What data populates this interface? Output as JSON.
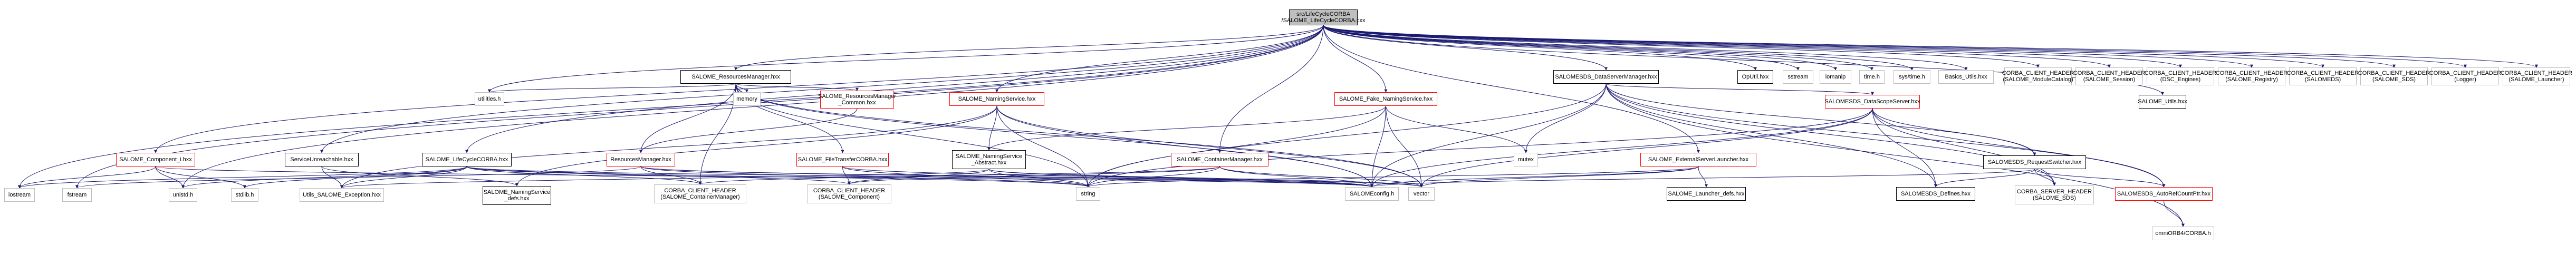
{
  "graph": {
    "title": "src/LifeCycleCORBA/SALOME_LifeCycleCORBA.cxx",
    "edge_color": "#191970",
    "legend_colors": {
      "root": "#bfbfbf",
      "documented": "#000000",
      "has_children_hidden": "#ff0000",
      "external": "#bfbfbf"
    },
    "nodes": [
      {
        "id": "root",
        "label": "src/LifeCycleCORBA\n/SALOME_LifeCycleCORBA.cxx",
        "style": "root"
      },
      {
        "id": "rm",
        "label": "SALOME_ResourcesManager.hxx",
        "style": "black"
      },
      {
        "id": "dsm",
        "label": "SALOMESDS_DataServerManager.hxx",
        "style": "black"
      },
      {
        "id": "oputil",
        "label": "OpUtil.hxx",
        "style": "black"
      },
      {
        "id": "sstream",
        "label": "sstream",
        "style": "grey"
      },
      {
        "id": "iomanip",
        "label": "iomanip",
        "style": "grey"
      },
      {
        "id": "timeh",
        "label": "time.h",
        "style": "grey"
      },
      {
        "id": "systime",
        "label": "sys/time.h",
        "style": "grey"
      },
      {
        "id": "basics",
        "label": "Basics_Utils.hxx",
        "style": "grey"
      },
      {
        "id": "cch_mc",
        "label": "CORBA_CLIENT_HEADER\n(SALOME_ModuleCatalog)",
        "style": "grey"
      },
      {
        "id": "cch_sess",
        "label": "CORBA_CLIENT_HEADER\n(SALOME_Session)",
        "style": "grey"
      },
      {
        "id": "cch_dsc",
        "label": "CORBA_CLIENT_HEADER\n(DSC_Engines)",
        "style": "grey"
      },
      {
        "id": "cch_reg",
        "label": "CORBA_CLIENT_HEADER\n(SALOME_Registry)",
        "style": "grey"
      },
      {
        "id": "cch_ds",
        "label": "CORBA_CLIENT_HEADER\n(SALOMEDS)",
        "style": "grey"
      },
      {
        "id": "cch_sds",
        "label": "CORBA_CLIENT_HEADER\n(SALOME_SDS)",
        "style": "grey"
      },
      {
        "id": "cch_log",
        "label": "CORBA_CLIENT_HEADER\n(Logger)",
        "style": "grey"
      },
      {
        "id": "cch_lau",
        "label": "CORBA_CLIENT_HEADER\n(SALOME_Launcher)",
        "style": "grey"
      },
      {
        "id": "utilities",
        "label": "utilities.h",
        "style": "grey"
      },
      {
        "id": "memory",
        "label": "memory",
        "style": "grey"
      },
      {
        "id": "rmcommon",
        "label": "SALOME_ResourcesManager\n_Common.hxx",
        "style": "red"
      },
      {
        "id": "ns",
        "label": "SALOME_NamingService.hxx",
        "style": "red"
      },
      {
        "id": "fakens",
        "label": "SALOME_Fake_NamingService.hxx",
        "style": "red"
      },
      {
        "id": "dss",
        "label": "SALOMESDS_DataScopeServer.hxx",
        "style": "red"
      },
      {
        "id": "utils",
        "label": "SALOME_Utils.hxx",
        "style": "black"
      },
      {
        "id": "comp",
        "label": "SALOME_Component_i.hxx",
        "style": "red"
      },
      {
        "id": "svcunr",
        "label": "ServiceUnreachable.hxx",
        "style": "black"
      },
      {
        "id": "lcc",
        "label": "SALOME_LifeCycleCORBA.hxx",
        "style": "black"
      },
      {
        "id": "resmgr",
        "label": "ResourcesManager.hxx",
        "style": "red"
      },
      {
        "id": "ftcorba",
        "label": "SALOME_FileTransferCORBA.hxx",
        "style": "red"
      },
      {
        "id": "nsabs",
        "label": "SALOME_NamingService\n_Abstract.hxx",
        "style": "black"
      },
      {
        "id": "cm",
        "label": "SALOME_ContainerManager.hxx",
        "style": "red"
      },
      {
        "id": "mutex",
        "label": "mutex",
        "style": "grey"
      },
      {
        "id": "extsl",
        "label": "SALOME_ExternalServerLauncher.hxx",
        "style": "red"
      },
      {
        "id": "rs",
        "label": "SALOMESDS_RequestSwitcher.hxx",
        "style": "black"
      },
      {
        "id": "iostream",
        "label": "iostream",
        "style": "grey"
      },
      {
        "id": "fstream",
        "label": "fstream",
        "style": "grey"
      },
      {
        "id": "unistd",
        "label": "unistd.h",
        "style": "grey"
      },
      {
        "id": "stdlib",
        "label": "stdlib.h",
        "style": "grey"
      },
      {
        "id": "utilsexc",
        "label": "Utils_SALOME_Exception.hxx",
        "style": "grey"
      },
      {
        "id": "nsdefs",
        "label": "SALOME_NamingService\n_defs.hxx",
        "style": "black"
      },
      {
        "id": "cch_cm",
        "label": "CORBA_CLIENT_HEADER\n(SALOME_ContainerManager)",
        "style": "grey"
      },
      {
        "id": "cch_comp",
        "label": "CORBA_CLIENT_HEADER\n(SALOME_Component)",
        "style": "grey"
      },
      {
        "id": "string",
        "label": "string",
        "style": "grey"
      },
      {
        "id": "config",
        "label": "SALOMEconfig.h",
        "style": "grey"
      },
      {
        "id": "vector",
        "label": "vector",
        "style": "grey"
      },
      {
        "id": "ldefs",
        "label": "SALOME_Launcher_defs.hxx",
        "style": "black"
      },
      {
        "id": "sdsdefs",
        "label": "SALOMESDS_Defines.hxx",
        "style": "black"
      },
      {
        "id": "csh_sds",
        "label": "CORBA_SERVER_HEADER\n(SALOME_SDS)",
        "style": "grey"
      },
      {
        "id": "arcp",
        "label": "SALOMESDS_AutoRefCountPtr.hxx",
        "style": "red"
      },
      {
        "id": "omni",
        "label": "omniORB4/CORBA.h",
        "style": "grey"
      }
    ],
    "edges": [
      [
        "root",
        "rm"
      ],
      [
        "root",
        "dsm"
      ],
      [
        "root",
        "oputil"
      ],
      [
        "root",
        "sstream"
      ],
      [
        "root",
        "iomanip"
      ],
      [
        "root",
        "timeh"
      ],
      [
        "root",
        "systime"
      ],
      [
        "root",
        "basics"
      ],
      [
        "root",
        "cch_mc"
      ],
      [
        "root",
        "cch_sess"
      ],
      [
        "root",
        "cch_dsc"
      ],
      [
        "root",
        "cch_reg"
      ],
      [
        "root",
        "cch_ds"
      ],
      [
        "root",
        "cch_sds"
      ],
      [
        "root",
        "cch_log"
      ],
      [
        "root",
        "cch_lau"
      ],
      [
        "root",
        "utilities"
      ],
      [
        "root",
        "ns"
      ],
      [
        "root",
        "fakens"
      ],
      [
        "root",
        "comp"
      ],
      [
        "root",
        "svcunr"
      ],
      [
        "root",
        "lcc"
      ],
      [
        "root",
        "iostream"
      ],
      [
        "root",
        "fstream"
      ],
      [
        "root",
        "unistd"
      ],
      [
        "root",
        "cm"
      ],
      [
        "root",
        "extsl"
      ],
      [
        "root",
        "utils"
      ],
      [
        "rm",
        "utilities"
      ],
      [
        "rm",
        "memory"
      ],
      [
        "rm",
        "rmcommon"
      ],
      [
        "rm",
        "resmgr"
      ],
      [
        "rm",
        "string"
      ],
      [
        "rm",
        "vector"
      ],
      [
        "rm",
        "config"
      ],
      [
        "rm",
        "ftcorba"
      ],
      [
        "rm",
        "cch_cm"
      ],
      [
        "rmcommon",
        "resmgr"
      ],
      [
        "ns",
        "nsabs"
      ],
      [
        "ns",
        "string"
      ],
      [
        "ns",
        "config"
      ],
      [
        "ns",
        "vector"
      ],
      [
        "ns",
        "utilsexc"
      ],
      [
        "ns",
        "nsdefs"
      ],
      [
        "fakens",
        "nsabs"
      ],
      [
        "fakens",
        "mutex"
      ],
      [
        "fakens",
        "string"
      ],
      [
        "fakens",
        "config"
      ],
      [
        "fakens",
        "vector"
      ],
      [
        "dsm",
        "dss"
      ],
      [
        "dsm",
        "rs"
      ],
      [
        "dsm",
        "mutex"
      ],
      [
        "dsm",
        "string"
      ],
      [
        "dsm",
        "config"
      ],
      [
        "dsm",
        "sdsdefs"
      ],
      [
        "dsm",
        "csh_sds"
      ],
      [
        "dsm",
        "arcp"
      ],
      [
        "dsm",
        "omni"
      ],
      [
        "dss",
        "rs"
      ],
      [
        "dss",
        "sdsdefs"
      ],
      [
        "dss",
        "csh_sds"
      ],
      [
        "dss",
        "arcp"
      ],
      [
        "dss",
        "string"
      ],
      [
        "dss",
        "vector"
      ],
      [
        "dss",
        "config"
      ],
      [
        "rs",
        "sdsdefs"
      ],
      [
        "rs",
        "csh_sds"
      ],
      [
        "rs",
        "arcp"
      ],
      [
        "rs",
        "config"
      ],
      [
        "arcp",
        "omni"
      ],
      [
        "comp",
        "iostream"
      ],
      [
        "comp",
        "unistd"
      ],
      [
        "comp",
        "stdlib"
      ],
      [
        "comp",
        "config"
      ],
      [
        "svcunr",
        "utilsexc"
      ],
      [
        "svcunr",
        "nsdefs"
      ],
      [
        "lcc",
        "utilsexc"
      ],
      [
        "lcc",
        "unistd"
      ],
      [
        "lcc",
        "stdlib"
      ],
      [
        "lcc",
        "string"
      ],
      [
        "lcc",
        "config"
      ],
      [
        "lcc",
        "cch_cm"
      ],
      [
        "lcc",
        "cch_comp"
      ],
      [
        "lcc",
        "iostream"
      ],
      [
        "resmgr",
        "fstream"
      ],
      [
        "resmgr",
        "cch_cm"
      ],
      [
        "resmgr",
        "config"
      ],
      [
        "resmgr",
        "string"
      ],
      [
        "resmgr",
        "vector"
      ],
      [
        "ftcorba",
        "cch_comp"
      ],
      [
        "ftcorba",
        "string"
      ],
      [
        "ftcorba",
        "config"
      ],
      [
        "nsabs",
        "string"
      ],
      [
        "nsabs",
        "config"
      ],
      [
        "nsabs",
        "vector"
      ],
      [
        "nsabs",
        "cch_comp"
      ],
      [
        "nsabs",
        "utilsexc"
      ],
      [
        "cm",
        "string"
      ],
      [
        "cm",
        "config"
      ],
      [
        "cm",
        "vector"
      ],
      [
        "cm",
        "cch_cm"
      ],
      [
        "cm",
        "cch_comp"
      ],
      [
        "extsl",
        "ldefs"
      ],
      [
        "extsl",
        "string"
      ],
      [
        "extsl",
        "config"
      ],
      [
        "extsl",
        "vector"
      ]
    ]
  }
}
